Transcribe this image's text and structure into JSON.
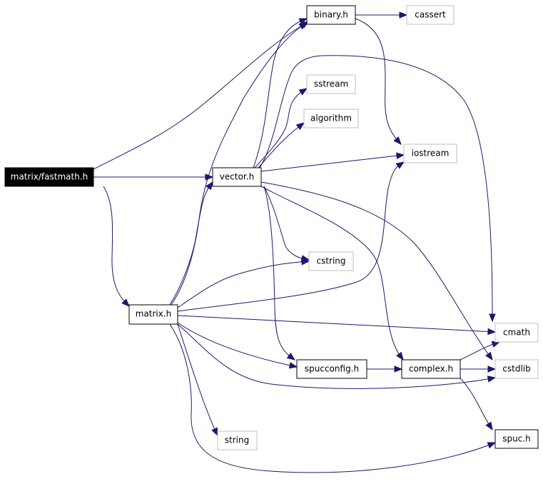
{
  "colors": {
    "edge": "#191970",
    "root_fill": "#000000",
    "root_text": "#ffffff",
    "box_border": "#000000",
    "ext_border": "#bfbfbf",
    "text": "#000000"
  },
  "nodes": [
    {
      "id": "fastmath",
      "label": "matrix/fastmath.h",
      "kind": "root"
    },
    {
      "id": "binary",
      "label": "binary.h",
      "kind": "local"
    },
    {
      "id": "cassert",
      "label": "cassert",
      "kind": "system"
    },
    {
      "id": "sstream",
      "label": "sstream",
      "kind": "system"
    },
    {
      "id": "algorithm",
      "label": "algorithm",
      "kind": "system"
    },
    {
      "id": "iostream",
      "label": "iostream",
      "kind": "system"
    },
    {
      "id": "vector",
      "label": "vector.h",
      "kind": "local"
    },
    {
      "id": "cstring",
      "label": "cstring",
      "kind": "system"
    },
    {
      "id": "matrix",
      "label": "matrix.h",
      "kind": "local"
    },
    {
      "id": "cmath",
      "label": "cmath",
      "kind": "system"
    },
    {
      "id": "spucconfig",
      "label": "spucconfig.h",
      "kind": "local"
    },
    {
      "id": "complex",
      "label": "complex.h",
      "kind": "local"
    },
    {
      "id": "cstdlib",
      "label": "cstdlib",
      "kind": "system"
    },
    {
      "id": "spuc",
      "label": "spuc.h",
      "kind": "local"
    },
    {
      "id": "string",
      "label": "string",
      "kind": "system"
    }
  ],
  "edges": [
    {
      "from": "fastmath",
      "to": "binary"
    },
    {
      "from": "fastmath",
      "to": "vector"
    },
    {
      "from": "fastmath",
      "to": "matrix"
    },
    {
      "from": "binary",
      "to": "cassert"
    },
    {
      "from": "binary",
      "to": "iostream"
    },
    {
      "from": "vector",
      "to": "binary"
    },
    {
      "from": "vector",
      "to": "sstream"
    },
    {
      "from": "vector",
      "to": "algorithm"
    },
    {
      "from": "vector",
      "to": "iostream"
    },
    {
      "from": "vector",
      "to": "cstring"
    },
    {
      "from": "vector",
      "to": "cmath"
    },
    {
      "from": "vector",
      "to": "spucconfig"
    },
    {
      "from": "vector",
      "to": "complex"
    },
    {
      "from": "vector",
      "to": "cstdlib"
    },
    {
      "from": "matrix",
      "to": "binary"
    },
    {
      "from": "matrix",
      "to": "vector"
    },
    {
      "from": "matrix",
      "to": "iostream"
    },
    {
      "from": "matrix",
      "to": "cstring"
    },
    {
      "from": "matrix",
      "to": "cmath"
    },
    {
      "from": "matrix",
      "to": "spucconfig"
    },
    {
      "from": "matrix",
      "to": "cstdlib"
    },
    {
      "from": "matrix",
      "to": "string"
    },
    {
      "from": "matrix",
      "to": "spuc"
    },
    {
      "from": "spucconfig",
      "to": "complex"
    },
    {
      "from": "complex",
      "to": "cmath"
    },
    {
      "from": "complex",
      "to": "cstdlib"
    },
    {
      "from": "complex",
      "to": "spuc"
    }
  ]
}
